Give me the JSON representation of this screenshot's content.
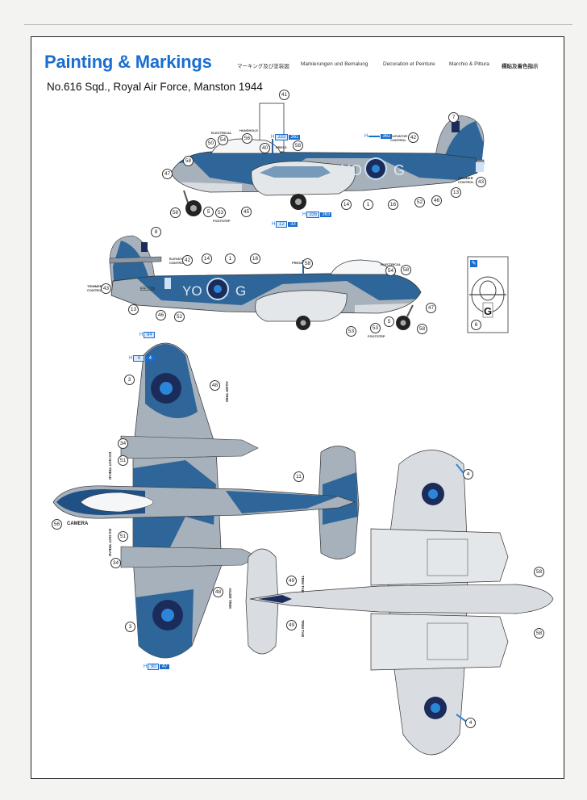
{
  "header": {
    "title": "Painting & Markings",
    "translations": [
      "マーキング及び塗装図",
      "Markierungen und Bemalung",
      "Decoration et Peinture",
      "Marchio & Pittura",
      "標貼及着色指示"
    ],
    "subtitle": "No.616 Sqd., Royal Air Force, Manston 1944"
  },
  "aircraft_codes": {
    "left": "YO",
    "right": "G",
    "serial": "EE229"
  },
  "labels": {
    "electrical": "ELECTRICAL",
    "handhold": "HANDHOLD",
    "press": "PRESS",
    "elevator_control": "ELEVATOR CONTROL",
    "trimmer_control": "TRIMMER CONTROL",
    "footstep": "FOOTSTEP",
    "camera": "CAMERA",
    "ailer_trim": "AILER TRIM",
    "do_not_tread": "DO NOT TREAD",
    "trim_tab": "TRIM TAB"
  },
  "color_codes": [
    {
      "prefix": "H",
      "a": "333",
      "b": "361"
    },
    {
      "prefix": "H",
      "a": "",
      "b": "362"
    },
    {
      "prefix": "H",
      "a": "12",
      "b": "33"
    },
    {
      "prefix": "H",
      "a": "335",
      "b": "363"
    },
    {
      "prefix": "H",
      "a": "94",
      "b": ""
    },
    {
      "prefix": "H",
      "a": "4",
      "b": "4"
    },
    {
      "prefix": "H",
      "a": "90",
      "b": "47"
    }
  ],
  "callouts": {
    "side_right": [
      "41",
      "7",
      "54",
      "50",
      "56",
      "40",
      "58",
      "58",
      "47",
      "42",
      "43",
      "13",
      "14",
      "1",
      "16",
      "52",
      "46",
      "5",
      "53",
      "45",
      "58"
    ],
    "side_left": [
      "8",
      "42",
      "14",
      "1",
      "16",
      "58",
      "54",
      "58",
      "43",
      "13",
      "46",
      "52",
      "47",
      "5",
      "58",
      "53",
      "53"
    ],
    "top": [
      "3",
      "48",
      "34",
      "51",
      "11",
      "56",
      "51",
      "34",
      "48",
      "3"
    ],
    "bottom": [
      "4",
      "58",
      "49",
      "49",
      "58",
      "4"
    ],
    "front": [
      "6"
    ]
  },
  "colors": {
    "sea_blue": "#2f6699",
    "sea_grey": "#a7b1bb",
    "light_grey": "#d9dde1",
    "roundel_blue": "#1c2c5a",
    "roundel_light": "#2c86d8",
    "accent": "#1a6ed1"
  }
}
